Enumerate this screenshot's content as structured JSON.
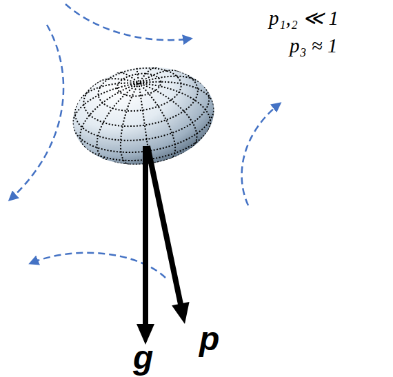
{
  "diagram": {
    "labels": [
      "p₁,₂ ≪ 1",
      "p₃ ≈ 1",
      "g",
      "p"
    ]
  }
}
